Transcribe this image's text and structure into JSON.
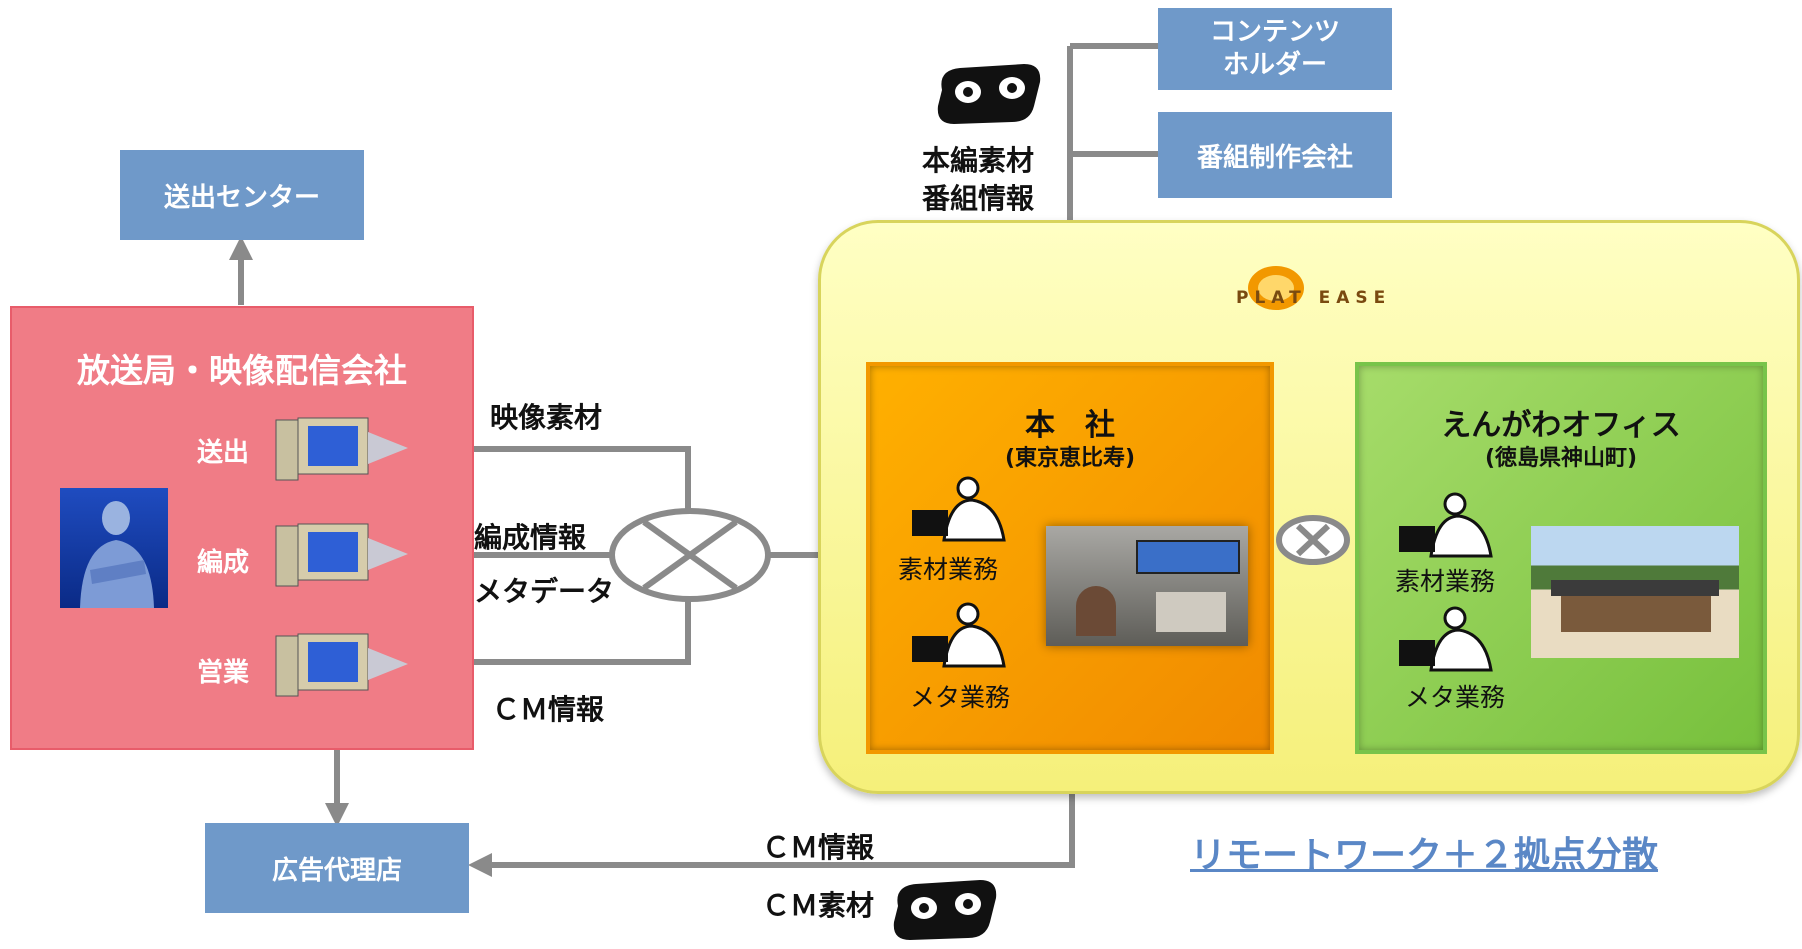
{
  "top_right": {
    "content_holder": "コンテンツ\nホルダー",
    "production": "番組制作会社"
  },
  "material_label": {
    "line1": "本編素材",
    "line2": "番組情報"
  },
  "transmission_center": "送出センター",
  "broadcaster": {
    "title": "放送局・映像配信会社",
    "rows": [
      {
        "label": "送出"
      },
      {
        "label": "編成"
      },
      {
        "label": "営業"
      }
    ]
  },
  "flow_labels": {
    "video_material": "映像素材",
    "schedule_info": "編成情報",
    "metadata": "メタデータ",
    "cm_info": "ＣＭ情報"
  },
  "ad_agency": "広告代理店",
  "bottom_labels": {
    "cm_info": "ＣＭ情報",
    "cm_material": "ＣＭ素材"
  },
  "logo_text": "PLAT EASE",
  "head_office": {
    "title": "本　社",
    "location": "(東京恵比寿)",
    "tasks": [
      "素材業務",
      "メタ業務"
    ]
  },
  "engawa_office": {
    "title": "えんがわオフィス",
    "location": "(徳島県神山町)",
    "tasks": [
      "素材業務",
      "メタ業務"
    ]
  },
  "caption": "リモートワーク＋２拠点分散",
  "colors": {
    "blue_box": "#6f99c9",
    "broadcaster": "#f07c86",
    "head_office": "#f7a10a",
    "engawa": "#8ccc4e",
    "platform": "#fbf9a0",
    "caption": "#5a87c6",
    "connector": "#8a8a8a"
  },
  "icons": [
    "tape-icon",
    "computer-icon",
    "worker-icon",
    "businessman-icon",
    "switch-node-icon",
    "logo"
  ]
}
